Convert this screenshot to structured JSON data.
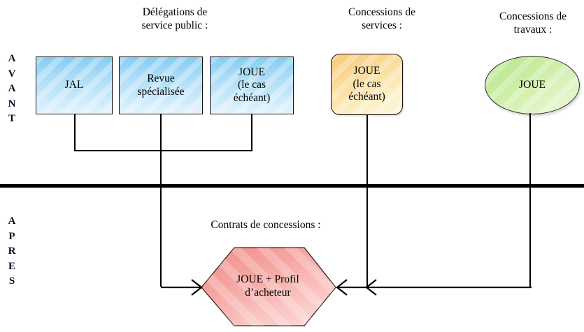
{
  "diagram": {
    "title_column_1": "Délégations de\nservice public :",
    "title_column_2": "Concessions de\nservices :",
    "title_column_3": "Concessions de\ntravaux :",
    "title_bottom": "Contrats de concessions :",
    "phase_before": [
      "A",
      "V",
      "A",
      "N",
      "T"
    ],
    "phase_after": [
      "A",
      "P",
      "R",
      "E",
      "S"
    ],
    "nodes": {
      "jal": "JAL",
      "revue": "Revue\nspécialisée",
      "joue_blue": "JOUE\n(le cas\néchéant)",
      "joue_orange": "JOUE\n(le cas\néchéant)",
      "joue_green": "JOUE",
      "result": "JOUE + Profil\nd’acheteur"
    },
    "colors": {
      "blue_box": "#a8daf6",
      "orange_box": "#fadd9f",
      "green_ellipse": "#c7ec9f",
      "result_hex": "#f4938f",
      "outline": "#14110e",
      "divider": "#000000"
    }
  }
}
